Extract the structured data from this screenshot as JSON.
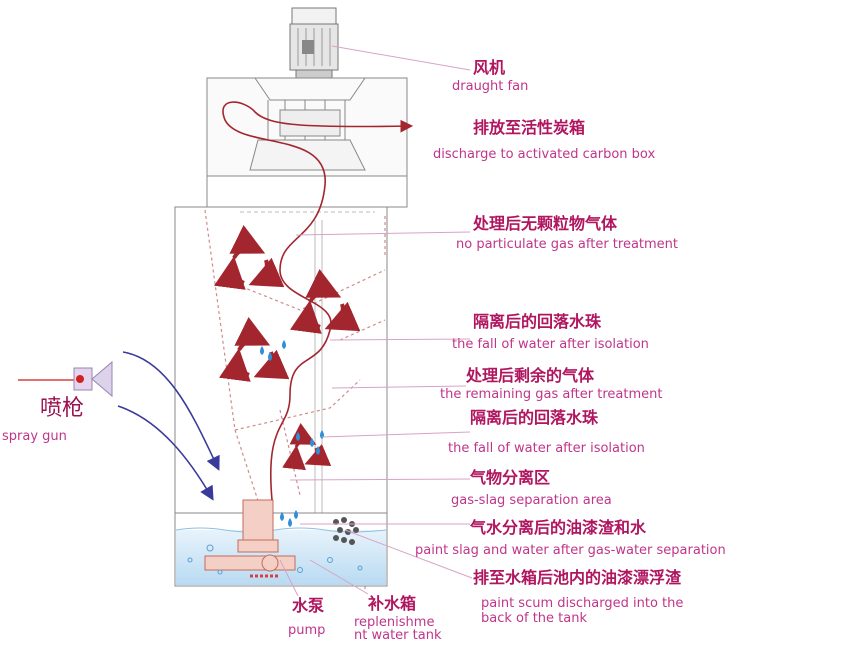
{
  "labels": {
    "draught_fan": {
      "zh": "风机",
      "en": "draught fan"
    },
    "discharge": {
      "zh": "排放至活性炭箱",
      "en": "discharge to activated carbon box"
    },
    "no_particulate": {
      "zh": "处理后无颗粒物气体",
      "en": "no particulate gas after treatment"
    },
    "water_fall_1": {
      "zh": "隔离后的回落水珠",
      "en": "the fall of water after isolation"
    },
    "remaining_gas": {
      "zh": "处理后剩余的气体",
      "en": "the remaining gas after treatment"
    },
    "water_fall_2": {
      "zh": "隔离后的回落水珠",
      "en": "the fall of water after isolation"
    },
    "separation_area": {
      "zh": "气物分离区",
      "en": "gas-slag separation area"
    },
    "paint_slag": {
      "zh": "气水分离后的油漆渣和水",
      "en": "paint slag and water after gas-water separation"
    },
    "paint_scum": {
      "zh": "排至水箱后池内的油漆漂浮渣",
      "en_1": "paint scum discharged into the",
      "en_2": "back of the tank"
    },
    "spray_gun": {
      "zh": "喷枪",
      "en": "spray gun"
    },
    "pump": {
      "zh": "水泵",
      "en": "pump"
    },
    "replenish": {
      "zh": "补水箱",
      "en_1": "replenishme",
      "en_2": "nt water tank"
    }
  },
  "colors": {
    "label_line": "#d7a3c6",
    "label_text": "#b0155f",
    "airflow": "#a3262f",
    "spray": "#3a3a9a",
    "water": "#cfe6f6",
    "outline": "#7a7a7a"
  }
}
